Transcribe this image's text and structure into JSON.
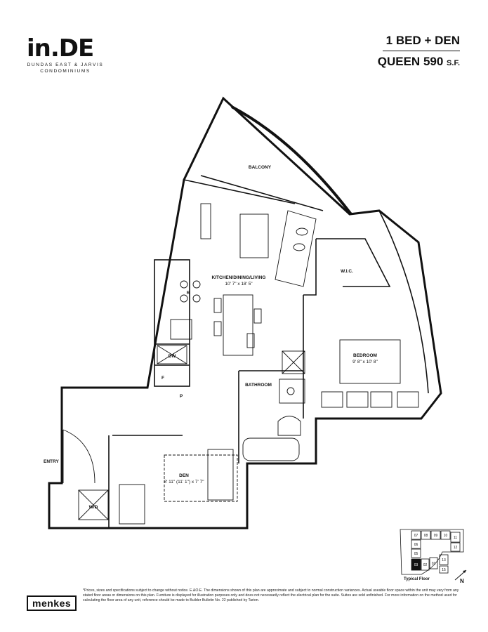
{
  "header": {
    "logo_mark": "in.DE",
    "logo_line1": "DUNDAS EAST & JARVIS",
    "logo_line2": "CONDOMINIUMS",
    "unit_type": "1 BED + DEN",
    "model_name": "QUEEN",
    "area_value": "590",
    "area_unit": "S.F."
  },
  "rooms": {
    "balcony": "BALCONY",
    "kitchen_name": "KITCHEN/DINING/LIVING",
    "kitchen_dim": "10' 7\" x 18' 5\"",
    "wic": "W.I.C.",
    "bedroom_name": "BEDROOM",
    "bedroom_dim": "9' 8\" x 10' 8\"",
    "bathroom": "BATHROOM",
    "den_name": "DEN",
    "den_dim": "8' 11\" (11' 1\") x 7' 7\"",
    "entry": "ENTRY",
    "washer_dryer": "W/D",
    "dishwasher": "DW",
    "fridge": "F",
    "range": "R",
    "pantry": "P"
  },
  "keyplan": {
    "units": [
      "07",
      "08",
      "09",
      "10",
      "11",
      "06",
      "12",
      "05",
      "13",
      "03",
      "02",
      "01",
      "15"
    ],
    "caption": "Typical Floor",
    "north": "N"
  },
  "footer": {
    "brand": "menkes",
    "disclaimer": "*Prices, sizes and specifications subject to change without notice. E.&O.E. The dimensions shown of this plan are approximate and subject to normal construction variances. Actual useable floor space within the unit may vary from any stated floor areas or dimensions on this plan. Furniture is displayed for illustration purposes only and does not necessarily reflect the electrical plan for the suite. Suites are sold unfinished. For more information on the method used for calculating the floor area of any unit, reference should be made to Builder Bulletin No. 22 published by Tarion."
  }
}
